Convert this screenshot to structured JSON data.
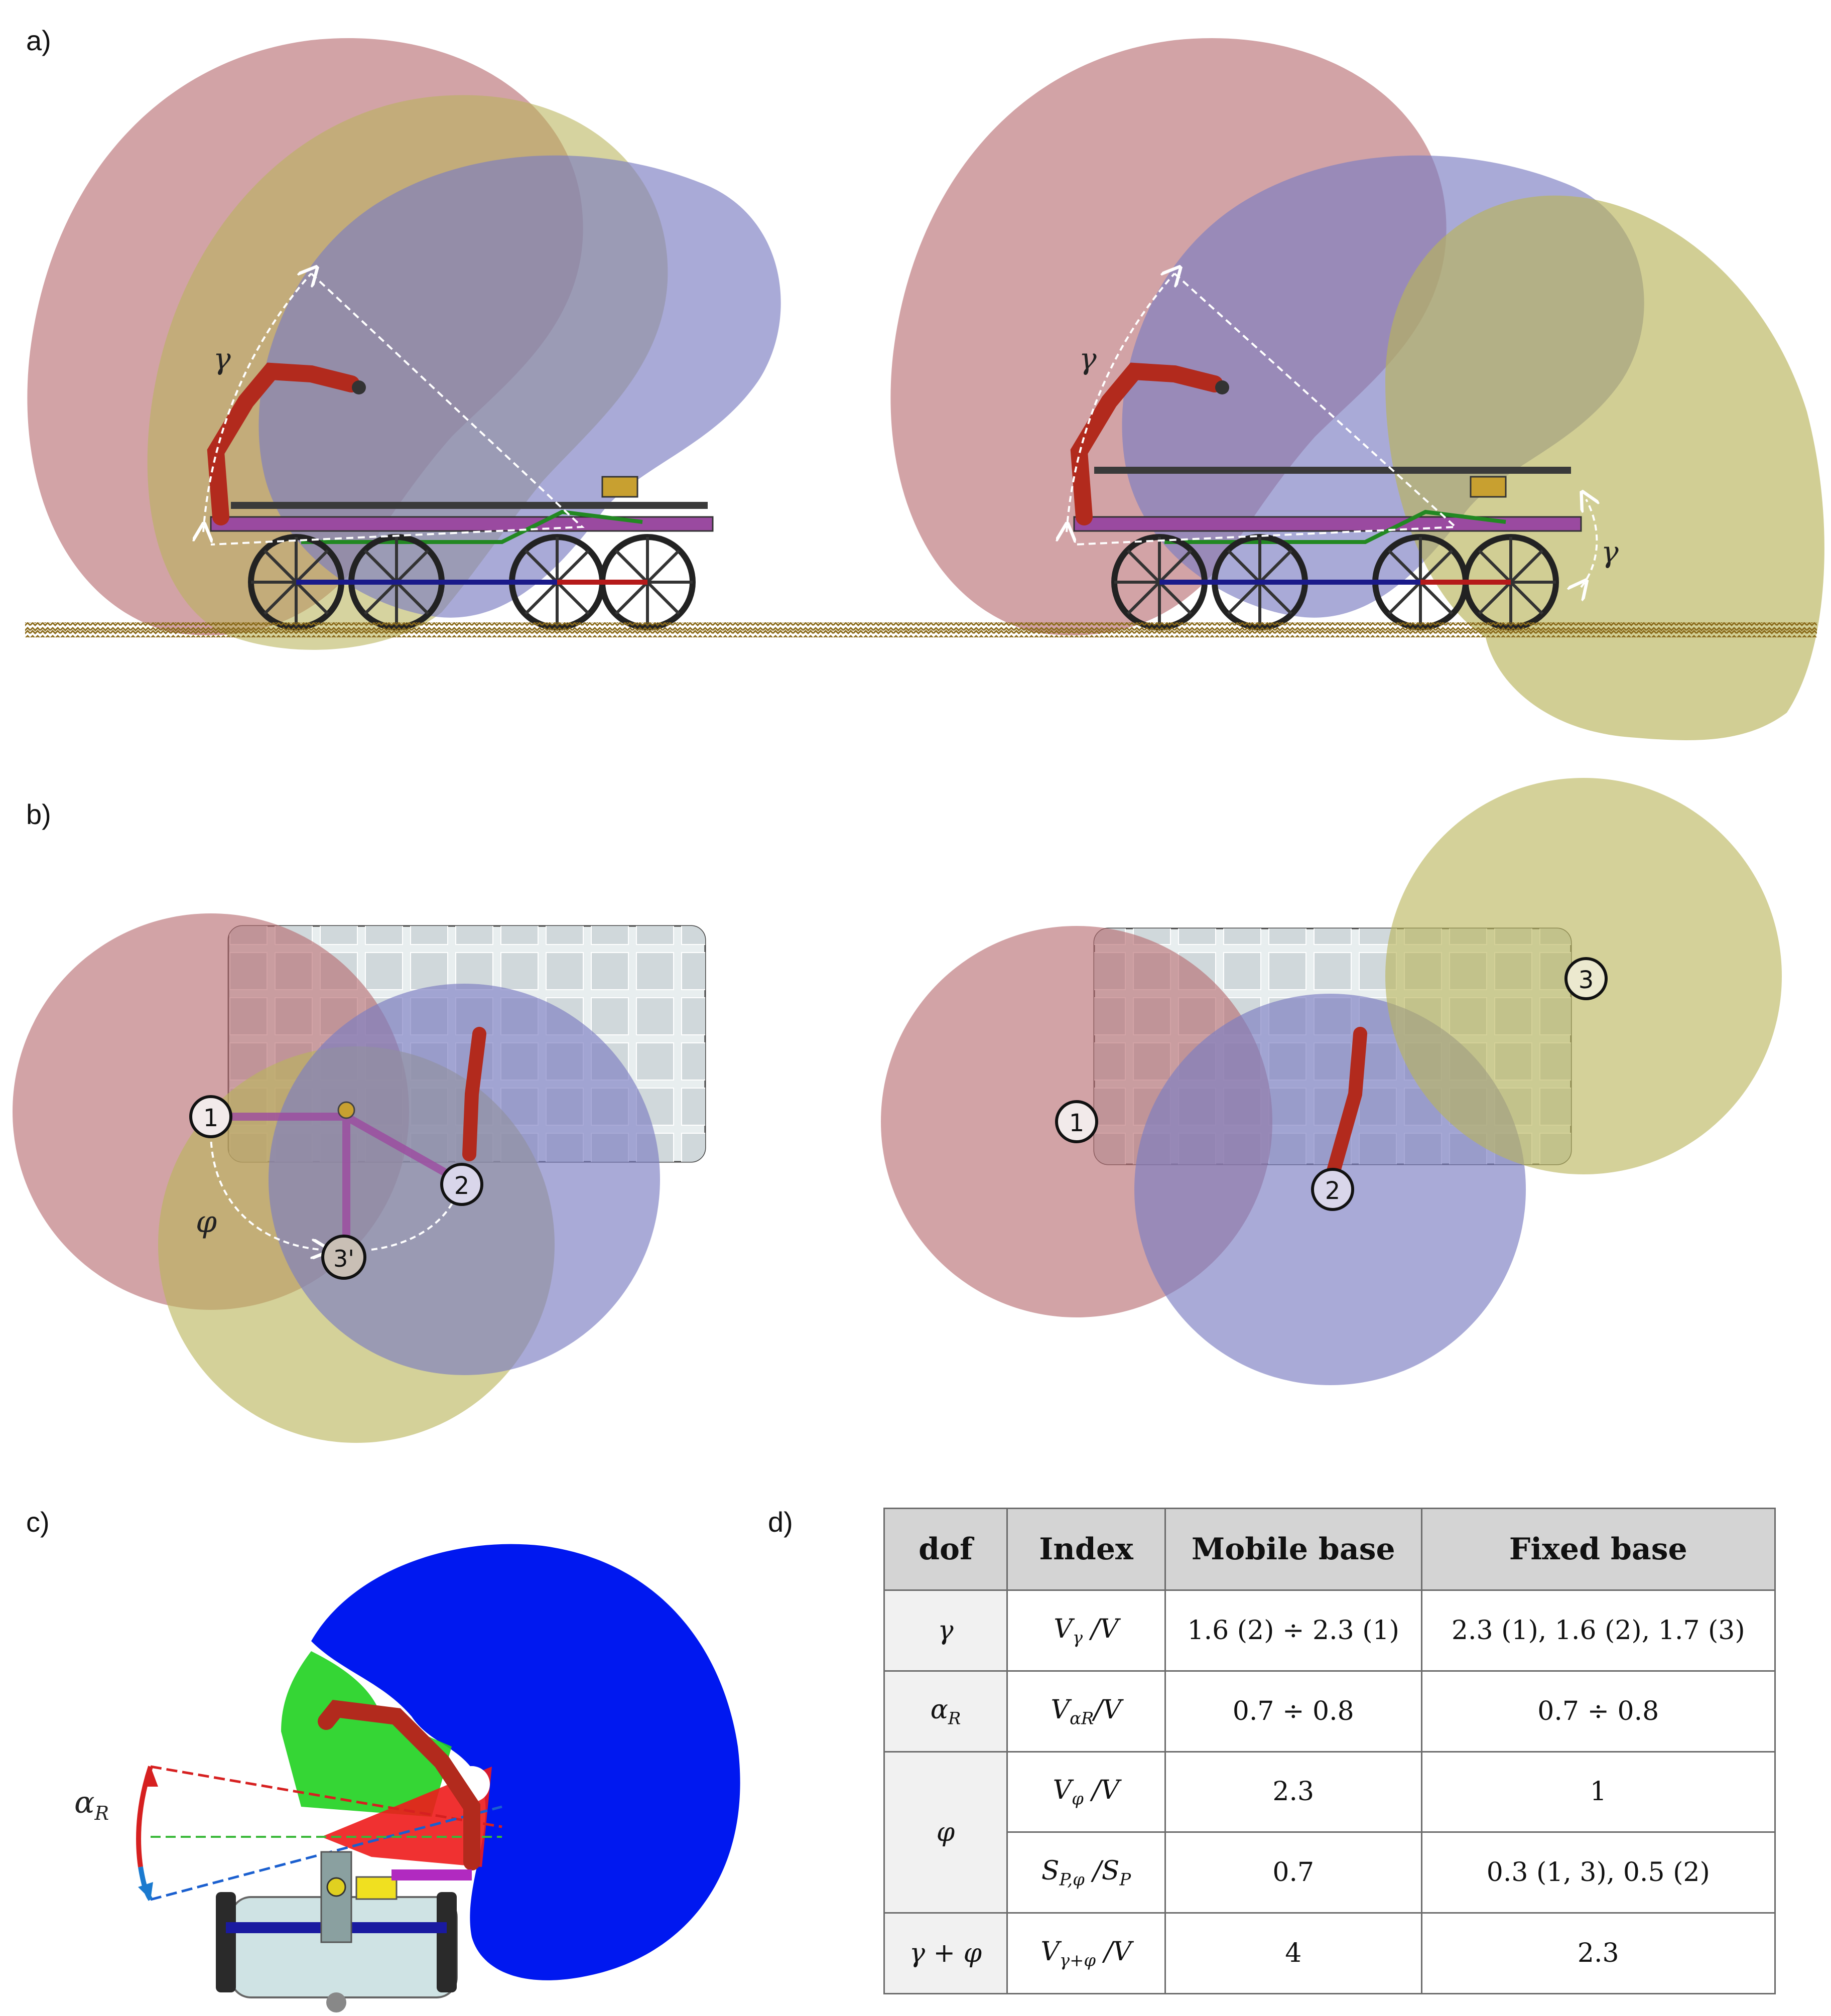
{
  "labels": {
    "a": "a)",
    "b": "b)",
    "c": "c)",
    "d": "d)"
  },
  "symbols": {
    "gamma": "γ",
    "phi": "φ",
    "alpha_r_main": "α",
    "alpha_r_sub": "R"
  },
  "markers": {
    "left": [
      "1",
      "2",
      "3'"
    ],
    "right": [
      "1",
      "2",
      "3"
    ]
  },
  "colors": {
    "red_region": "#b76a6f",
    "olive_region": "#b9b45a",
    "blue_region": "#7b7dc2",
    "robot_arm": "#b22a1d",
    "workspace_blue": "#0018f0",
    "workspace_green": "#1fd11f",
    "workspace_red": "#ee1b1b"
  },
  "table": {
    "headers": [
      "dof",
      "Index",
      "Mobile base",
      "Fixed base"
    ],
    "rows": [
      {
        "dof": "γ",
        "index_main": "V",
        "index_sub": "γ",
        "index_tail": " /V",
        "mobile": "1.6 (2) ÷ 2.3 (1)",
        "fixed": "2.3 (1), 1.6 (2), 1.7 (3)"
      },
      {
        "dof": "α",
        "dof_sub": "R",
        "index_main": "V",
        "index_sub": "αR",
        "index_tail": "/V",
        "mobile": "0.7 ÷ 0.8",
        "fixed": "0.7 ÷ 0.8"
      },
      {
        "dof": "φ",
        "index_main": "V",
        "index_sub": "φ",
        "index_tail": " /V",
        "mobile": "2.3",
        "fixed": "1"
      },
      {
        "index_main": "S",
        "index_sub": "P,φ",
        "index_tail": " /S",
        "index_tail_sub": "P",
        "mobile": "0.7",
        "fixed": "0.3 (1, 3), 0.5 (2)"
      },
      {
        "dof": "γ + φ",
        "index_main": "V",
        "index_sub": "γ+φ",
        "index_tail": " /V",
        "mobile": "4",
        "fixed": "2.3"
      }
    ]
  }
}
